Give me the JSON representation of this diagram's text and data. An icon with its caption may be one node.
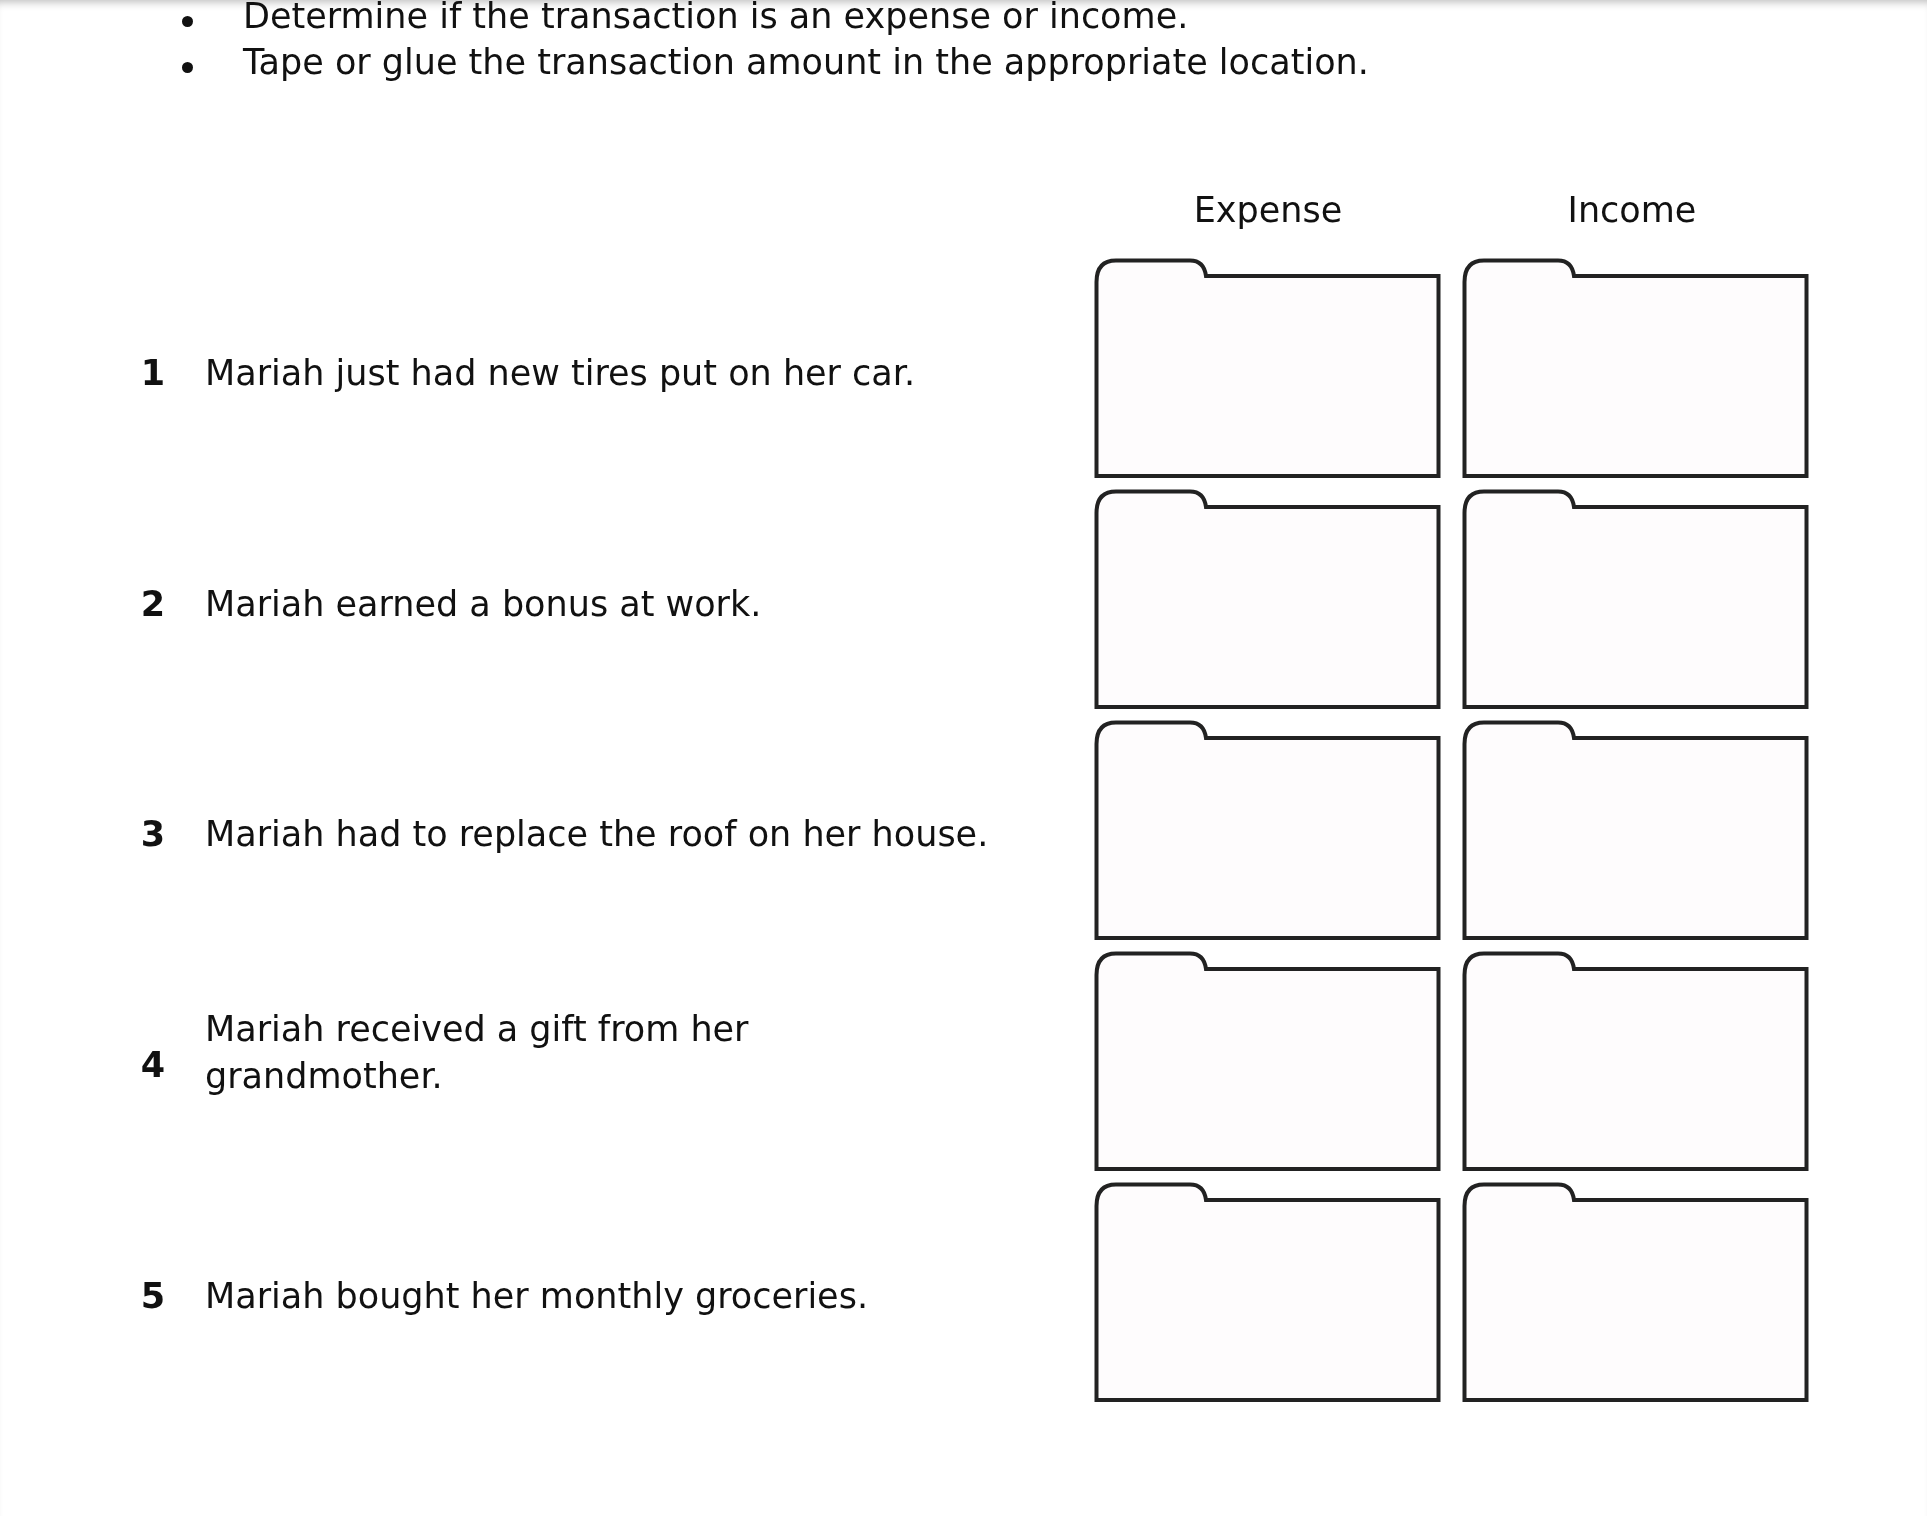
{
  "diagram": {
    "nodes": [
      {
        "text": [],
        "shape": "folder"
      },
      {
        "text": [],
        "shape": "folder"
      },
      {
        "text": [],
        "shape": "folder"
      },
      {
        "text": [],
        "shape": "folder"
      },
      {
        "text": [],
        "shape": "folder"
      },
      {
        "text": [],
        "shape": "folder"
      },
      {
        "text": [],
        "shape": "folder"
      },
      {
        "text": [],
        "shape": "folder"
      },
      {
        "text": [],
        "shape": "folder"
      },
      {
        "text": [],
        "shape": "folder"
      }
    ],
    "labels": [
      "Determine if the transaction is an expense or income.",
      "Tape or glue the transaction amount in the appropriate location.",
      "Expense",
      "Income",
      "1",
      "Mariah just had new tires put on her car.",
      "2",
      "Mariah earned a bonus at work.",
      "3",
      "Mariah had to replace the roof on her house.",
      "4",
      "Mariah received a gift from her grandmother.",
      "5",
      "Mariah bought her monthly groceries."
    ]
  }
}
